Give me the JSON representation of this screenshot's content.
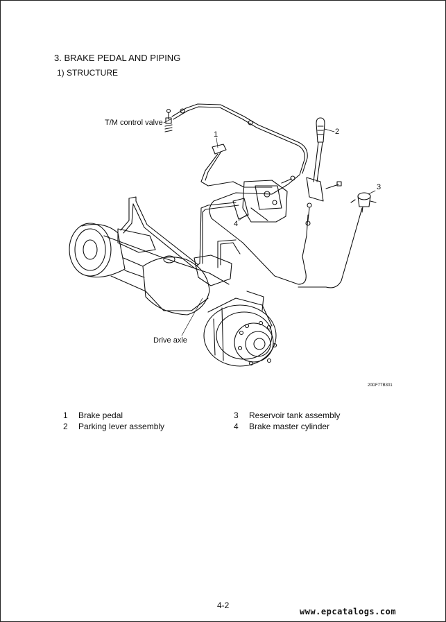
{
  "heading": {
    "section": "3. BRAKE PEDAL AND PIPING",
    "subsection": "1) STRUCTURE"
  },
  "figure": {
    "labels": {
      "tm_control_valve": "T/M control valve",
      "drive_axle": "Drive axle",
      "n1": "1",
      "n2": "2",
      "n3": "3",
      "n4": "4"
    },
    "code": "20DF7TB301"
  },
  "legend": [
    {
      "num": "1",
      "text": "Brake pedal"
    },
    {
      "num": "2",
      "text": "Parking lever assembly"
    },
    {
      "num": "3",
      "text": "Reservoir tank assembly"
    },
    {
      "num": "4",
      "text": "Brake master cylinder"
    }
  ],
  "footer": {
    "page": "4-2",
    "watermark": "www.epcatalogs.com"
  }
}
